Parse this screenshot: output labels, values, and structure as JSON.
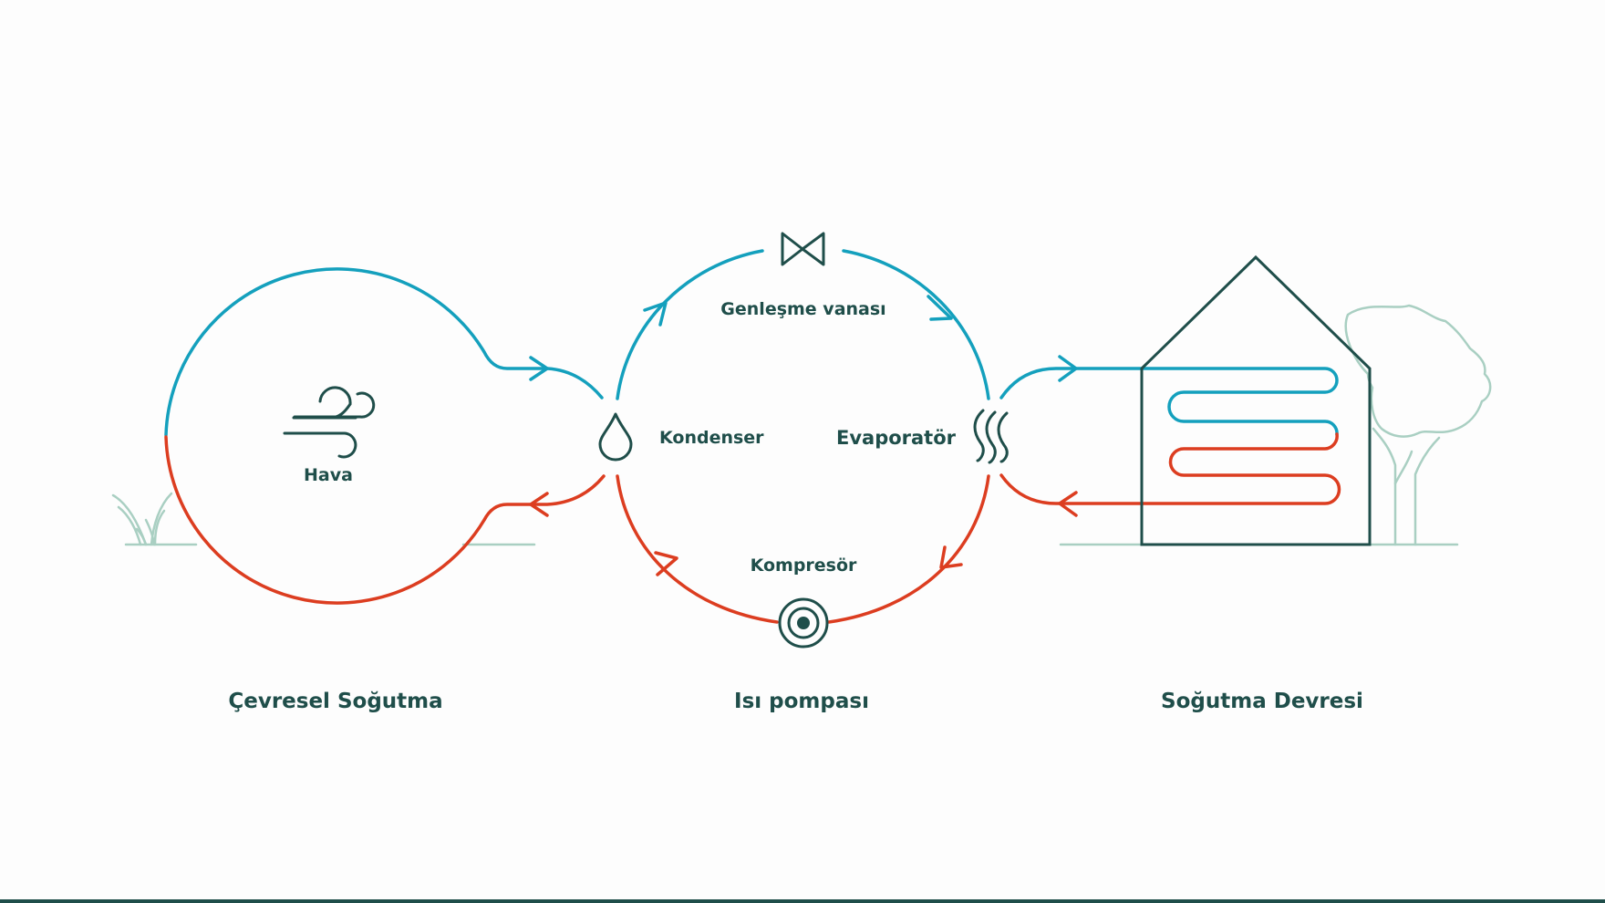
{
  "colors": {
    "cold": "#14a0bd",
    "hot": "#dc3d20",
    "ink": "#1f4e4a",
    "landscape": "#a9cfc2",
    "background": "#fdfdfd"
  },
  "labels": {
    "air": "Hava",
    "condenser": "Kondenser",
    "expansion_valve": "Genleşme vanası",
    "evaporator": "Evaporatör",
    "compressor": "Kompresör"
  },
  "sections": {
    "environmental_cooling": "Çevresel Soğutma",
    "heat_pump": "Isı pompası",
    "cooling_circuit": "Soğutma Devresi"
  },
  "icons": {
    "air": "wind-icon",
    "condenser": "droplet-icon",
    "expansion_valve": "valve-icon",
    "evaporator": "heat-waves-icon",
    "compressor": "compressor-icon"
  }
}
